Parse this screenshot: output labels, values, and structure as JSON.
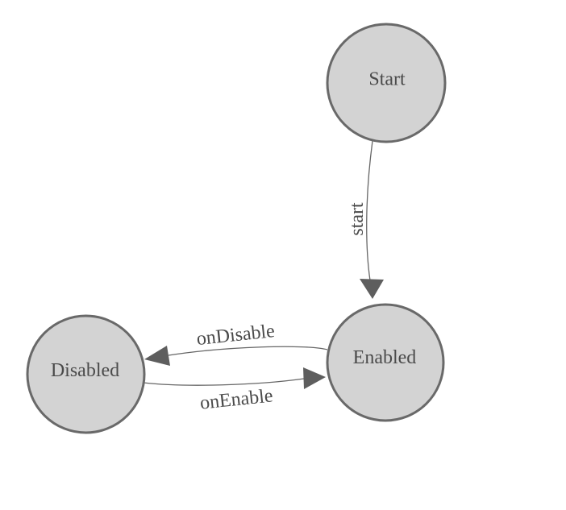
{
  "diagram": {
    "type": "state-machine",
    "colors": {
      "background": "#ffffff",
      "node_fill": "#d3d3d3",
      "node_border": "#696969",
      "edge": "#666666",
      "arrow": "#5e5e5e",
      "text": "#4a4a4a"
    },
    "nodes": [
      {
        "id": "start",
        "label": "Start"
      },
      {
        "id": "enabled",
        "label": "Enabled"
      },
      {
        "id": "disabled",
        "label": "Disabled"
      }
    ],
    "edges": [
      {
        "from": "Start",
        "to": "Enabled",
        "label": "start"
      },
      {
        "from": "Enabled",
        "to": "Disabled",
        "label": "onDisable"
      },
      {
        "from": "Disabled",
        "to": "Enabled",
        "label": "onEnable"
      }
    ]
  }
}
